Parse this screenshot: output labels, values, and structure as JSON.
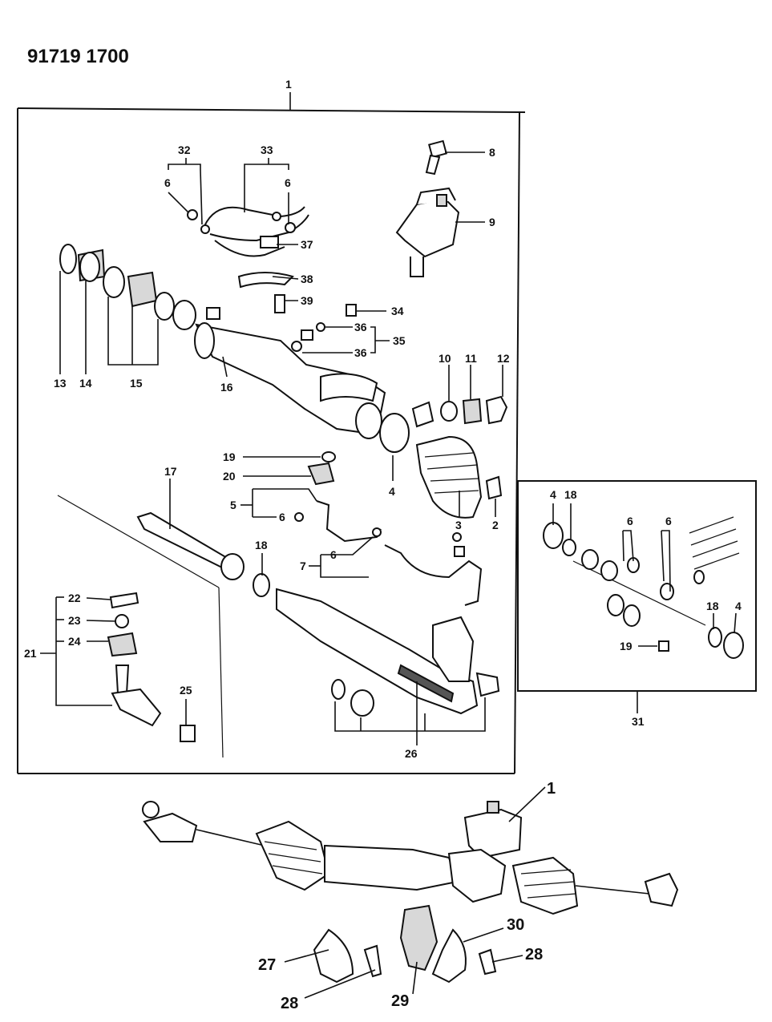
{
  "header": {
    "ref_number": "91719 1700"
  },
  "callouts": {
    "n1": "1",
    "n2": "2",
    "n3": "3",
    "n4": "4",
    "n5": "5",
    "n6": "6",
    "n7": "7",
    "n8": "8",
    "n9": "9",
    "n10": "10",
    "n11": "11",
    "n12": "12",
    "n13": "13",
    "n14": "14",
    "n15": "15",
    "n16": "16",
    "n17": "17",
    "n18": "18",
    "n19": "19",
    "n20": "20",
    "n21": "21",
    "n22": "22",
    "n23": "23",
    "n24": "24",
    "n25": "25",
    "n26": "26",
    "n27": "27",
    "n28": "28",
    "n29": "29",
    "n30": "30",
    "n31": "31",
    "n32": "32",
    "n33": "33",
    "n34": "34",
    "n35": "35",
    "n36": "36",
    "n37": "37",
    "n38": "38",
    "n39": "39"
  }
}
